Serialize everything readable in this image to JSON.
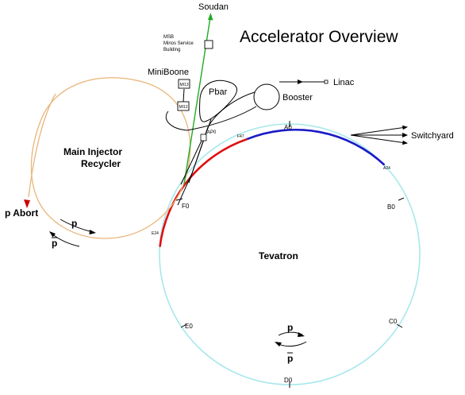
{
  "title": "Accelerator Overview",
  "labels": {
    "soudan": "Soudan",
    "msb_line1": "MSB",
    "msb_line2": "Minos Service",
    "msb_line3": "Building",
    "miniboone": "MiniBoone",
    "mi13": "MI13",
    "mi12": "MI12",
    "pbar": "Pbar",
    "booster": "Booster",
    "linac": "Linac",
    "switchyard": "Switchyard",
    "ap0": "AP0",
    "main_injector_line1": "Main Injector",
    "main_injector_line2": "Recycler",
    "p_abort": "p Abort",
    "tevatron": "Tevatron",
    "p": "p",
    "pbar_symbol": "p"
  },
  "stations": {
    "a0": "A0",
    "b0": "B0",
    "c0": "C0",
    "d0": "D0",
    "e0": "E0",
    "f0": "F0",
    "f47": "F47",
    "a24": "A24",
    "e24": "E24"
  },
  "colors": {
    "tevatron_ring": "#a6e8ec",
    "main_injector_ring": "#e9b57a",
    "beamline_red": "#e01010",
    "beamline_blue": "#1a1ac8",
    "soudan_beam": "#22aa22",
    "abort_arrow": "#cc0000"
  }
}
